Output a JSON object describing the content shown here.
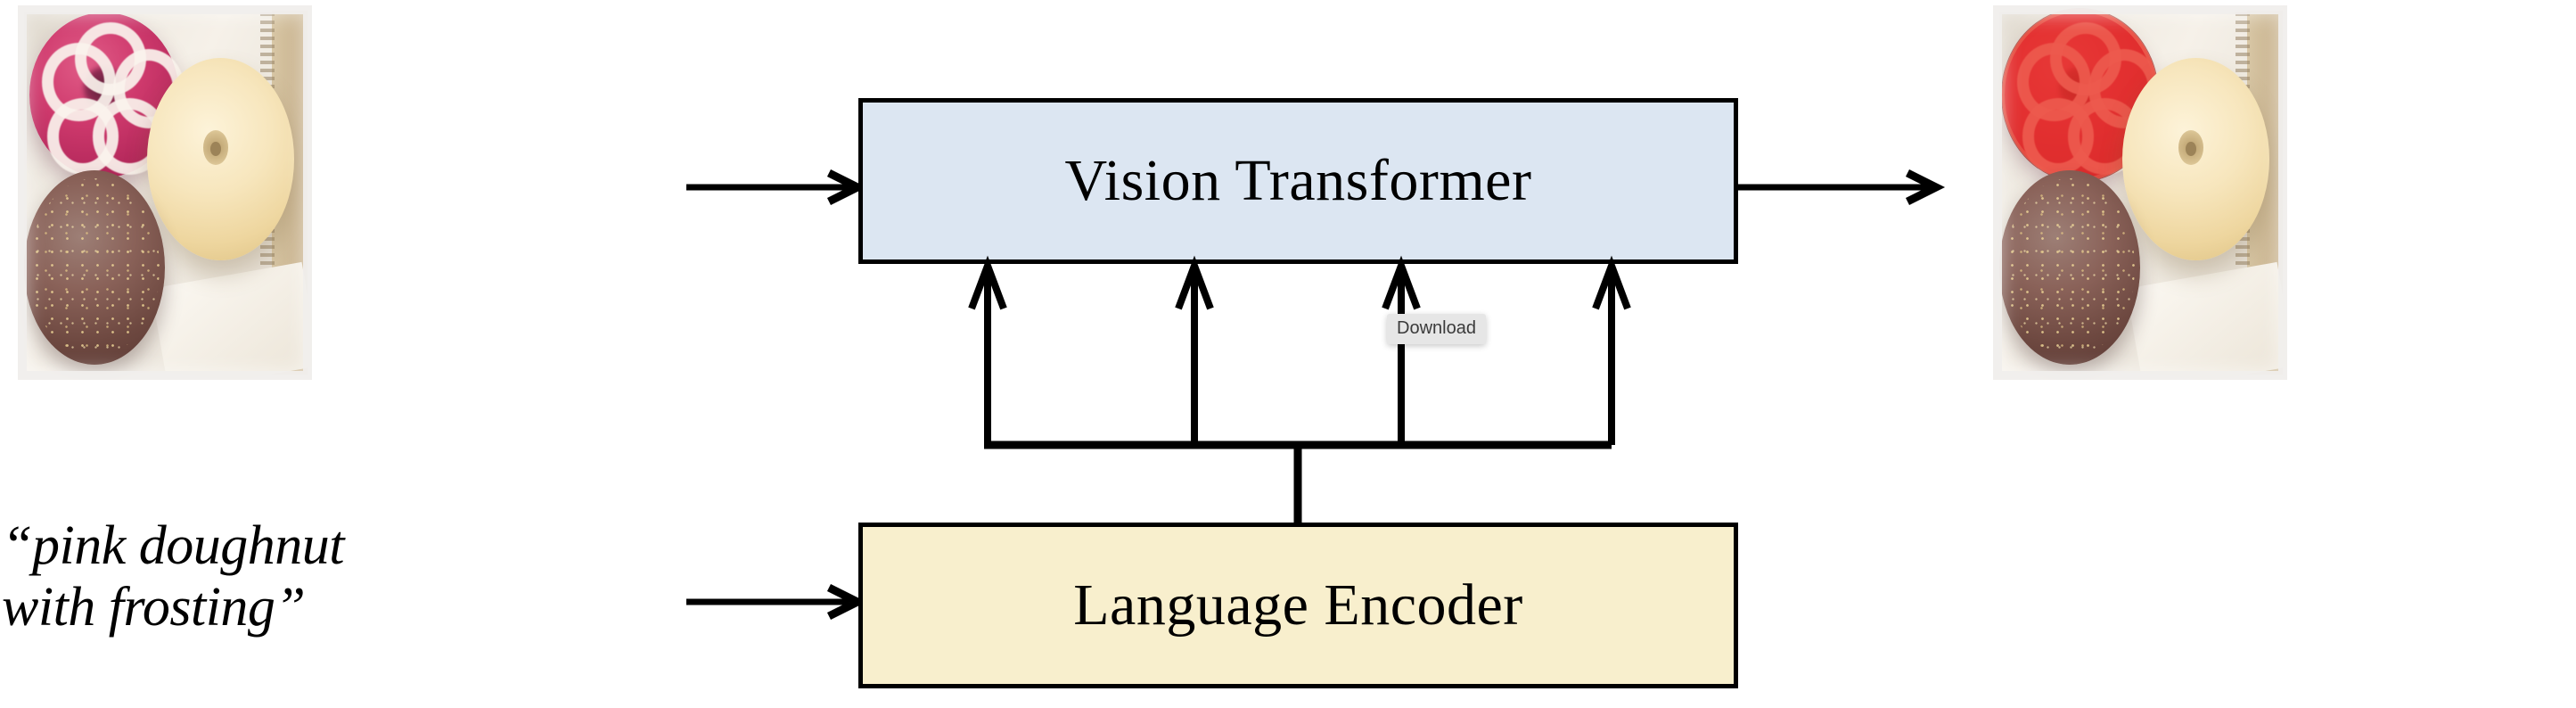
{
  "diagram": {
    "type": "architecture-flow",
    "nodes": [
      {
        "id": "vision_transformer",
        "label": "Vision Transformer",
        "fill": "#dce6f2",
        "stroke": "#000000"
      },
      {
        "id": "language_encoder",
        "label": "Language Encoder",
        "fill": "#f8efcd",
        "stroke": "#000000"
      }
    ],
    "edges": [
      {
        "from": "image_input",
        "to": "vision_transformer",
        "style": "arrow-right"
      },
      {
        "from": "vision_transformer",
        "to": "image_output",
        "style": "arrow-right"
      },
      {
        "from": "text_input",
        "to": "language_encoder",
        "style": "arrow-right"
      },
      {
        "from": "language_encoder",
        "to": "vision_transformer",
        "style": "bus-four-arrows-up",
        "count": 4
      }
    ]
  },
  "caption": {
    "text": "“pink doughnut\nwith frosting”",
    "open_quote": "“",
    "close_quote": "”",
    "phrase": "pink doughnut with frosting"
  },
  "input_image": {
    "alt": "Photograph of three doughnuts in a box: a pink frosted doughnut with white icing swirls, a glazed doughnut, and a chocolate doughnut with gold sprinkles",
    "role": "input"
  },
  "output_image": {
    "alt": "Same doughnut photograph with the pink frosted doughnut highlighted by a red segmentation mask",
    "role": "output",
    "mask_color": "#e92e20",
    "mask_target": "pink doughnut with frosting"
  },
  "tooltip": {
    "label": "Download",
    "background": "#e6e6e6",
    "text_color": "#3a3a3a"
  },
  "colors": {
    "vision_box_fill": "#dce6f2",
    "language_box_fill": "#f8efcd",
    "stroke": "#000000",
    "mask": "#e92e20",
    "page_background": "#ffffff"
  }
}
